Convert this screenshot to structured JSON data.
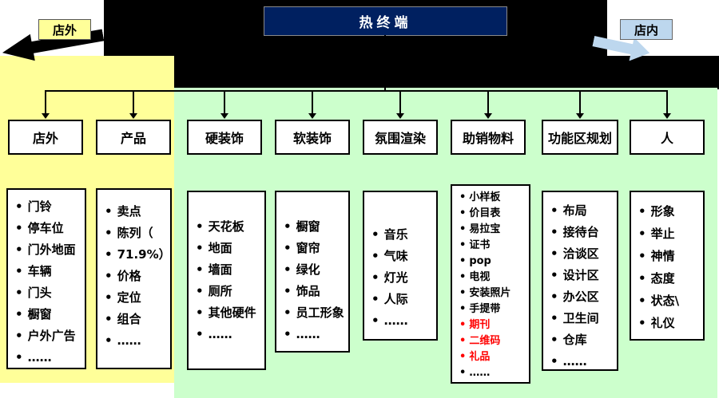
{
  "title": "热终端",
  "side_labels": {
    "left": "店外",
    "right": "店内"
  },
  "colors": {
    "panel_yellow": "#FFFF99",
    "panel_green": "#CCFFCC",
    "title_bg": "#002060",
    "blue_label": "#BDD7EE",
    "red": "#FF0000",
    "line": "#000000"
  },
  "columns": [
    {
      "header": "店外",
      "items": [
        {
          "t": "门铃"
        },
        {
          "t": "停车位"
        },
        {
          "t": "门外地面"
        },
        {
          "t": "车辆"
        },
        {
          "t": "门头"
        },
        {
          "t": "橱窗"
        },
        {
          "t": "户外广告"
        },
        {
          "t": "……"
        }
      ]
    },
    {
      "header": "产品",
      "items": [
        {
          "t": "卖点"
        },
        {
          "t": "陈列（"
        },
        {
          "t": "71.9%）"
        },
        {
          "t": "价格"
        },
        {
          "t": "定位"
        },
        {
          "t": "组合"
        },
        {
          "t": "……"
        }
      ]
    },
    {
      "header": "硬装饰",
      "items": [
        {
          "t": "天花板"
        },
        {
          "t": "地面"
        },
        {
          "t": "墙面"
        },
        {
          "t": "厕所"
        },
        {
          "t": "其他硬件"
        },
        {
          "t": "……"
        }
      ]
    },
    {
      "header": "软装饰",
      "items": [
        {
          "t": "橱窗"
        },
        {
          "t": "窗帘"
        },
        {
          "t": "绿化"
        },
        {
          "t": "饰品"
        },
        {
          "t": "员工形象"
        },
        {
          "t": "……"
        }
      ]
    },
    {
      "header": "氛围渲染",
      "items": [
        {
          "t": "音乐"
        },
        {
          "t": "气味"
        },
        {
          "t": "灯光"
        },
        {
          "t": "人际"
        },
        {
          "t": "……"
        }
      ]
    },
    {
      "header": "助销物料",
      "items": [
        {
          "t": "小样板"
        },
        {
          "t": "价目表"
        },
        {
          "t": "易拉宝"
        },
        {
          "t": "证书"
        },
        {
          "t": "pop"
        },
        {
          "t": "电视"
        },
        {
          "t": "安装照片"
        },
        {
          "t": "手提带"
        },
        {
          "t": "期刊",
          "red": true
        },
        {
          "t": "二维码",
          "red": true
        },
        {
          "t": "礼品",
          "red": true
        },
        {
          "t": "……"
        }
      ]
    },
    {
      "header": "功能区规划",
      "items": [
        {
          "t": "布局"
        },
        {
          "t": "接待台"
        },
        {
          "t": "洽谈区"
        },
        {
          "t": "设计区"
        },
        {
          "t": "办公区"
        },
        {
          "t": "卫生间"
        },
        {
          "t": "仓库"
        },
        {
          "t": "……"
        }
      ]
    },
    {
      "header": "人",
      "items": [
        {
          "t": "形象"
        },
        {
          "t": "举止"
        },
        {
          "t": "神情"
        },
        {
          "t": "态度"
        },
        {
          "t": "状态\\"
        },
        {
          "t": "礼仪"
        }
      ]
    }
  ]
}
